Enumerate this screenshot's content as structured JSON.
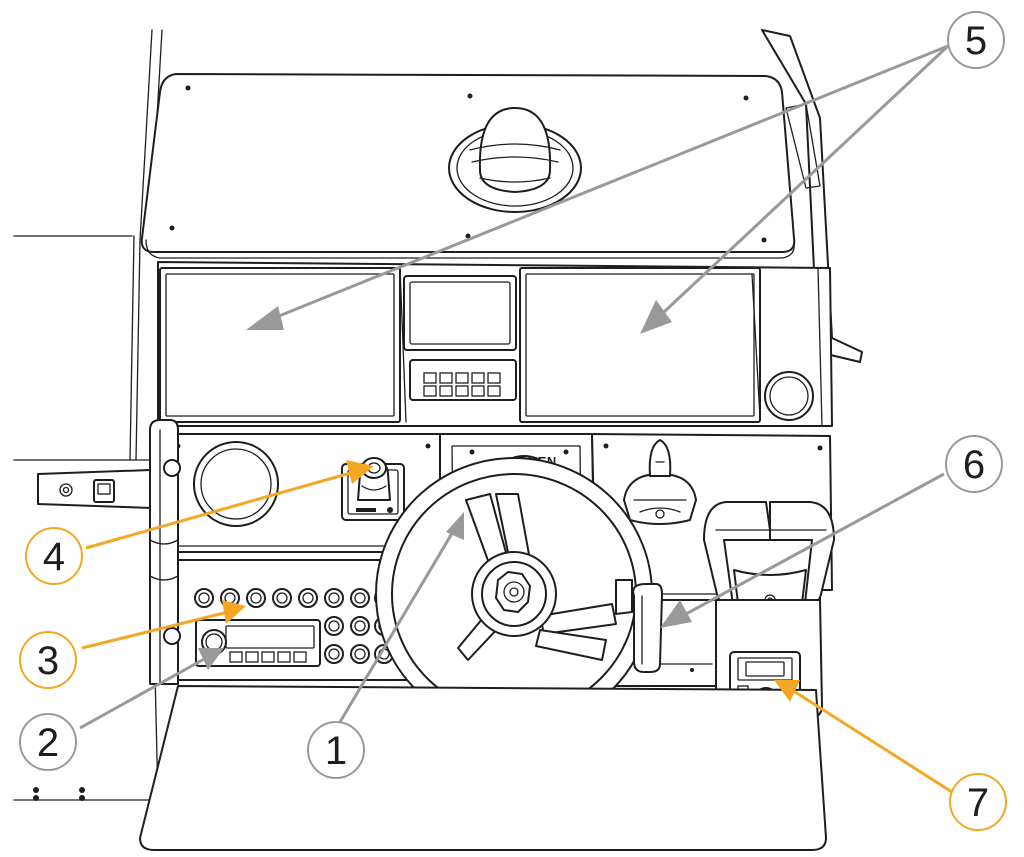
{
  "colors": {
    "line": "#1e1e1e",
    "callout_gray": "#999999",
    "callout_orange": "#f5a623"
  },
  "brand_label": "ARKEN",
  "callouts": [
    {
      "id": "1",
      "label": "1",
      "color": "gray"
    },
    {
      "id": "2",
      "label": "2",
      "color": "gray"
    },
    {
      "id": "3",
      "label": "3",
      "color": "orange"
    },
    {
      "id": "4",
      "label": "4",
      "color": "orange"
    },
    {
      "id": "5",
      "label": "5",
      "color": "gray"
    },
    {
      "id": "6",
      "label": "6",
      "color": "gray"
    },
    {
      "id": "7",
      "label": "7",
      "color": "orange"
    }
  ]
}
